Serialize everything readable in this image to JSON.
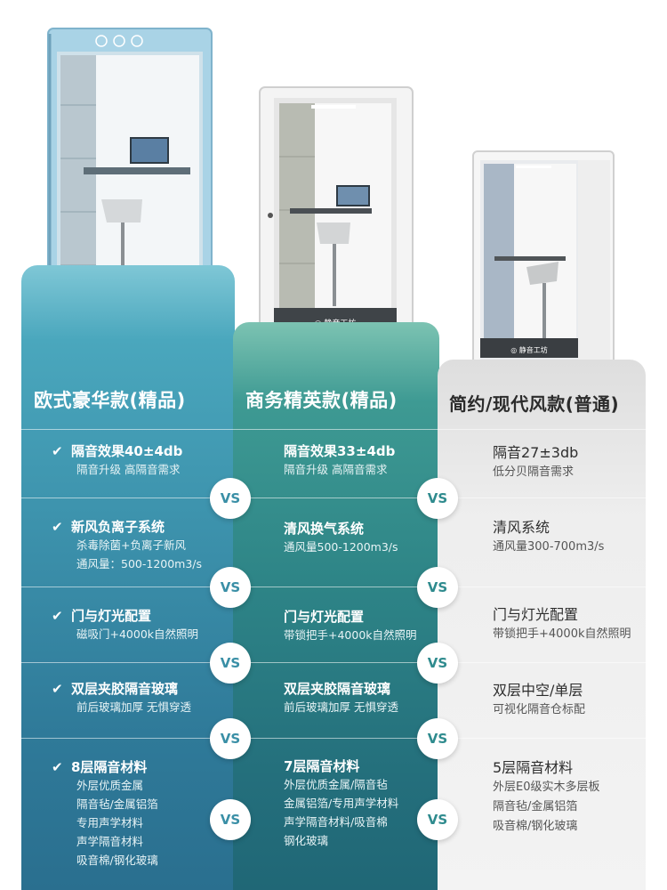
{
  "columns": [
    {
      "title": "欧式豪华款(精品)",
      "features": [
        {
          "heading": "隔音效果40±4db",
          "details": [
            "隔音升级 高隔音需求"
          ]
        },
        {
          "heading": "新风负离子系统",
          "details": [
            "杀毒除菌+负离子新风",
            "通风量：500-1200m3/s"
          ]
        },
        {
          "heading": "门与灯光配置",
          "details": [
            "磁吸门+4000k自然照明"
          ]
        },
        {
          "heading": "双层夹胶隔音玻璃",
          "details": [
            "前后玻璃加厚 无惧穿透"
          ]
        },
        {
          "heading": "8层隔音材料",
          "details": [
            "外层优质金属",
            "隔音毡/金属铝箔",
            "专用声学材料",
            "声学隔音材料",
            "吸音棉/钢化玻璃"
          ]
        }
      ]
    },
    {
      "title": "商务精英款(精品)",
      "features": [
        {
          "heading": "隔音效果33±4db",
          "details": [
            "隔音升级 高隔音需求"
          ]
        },
        {
          "heading": "清风换气系统",
          "details": [
            "通风量500-1200m3/s"
          ]
        },
        {
          "heading": "门与灯光配置",
          "details": [
            "带锁把手+4000k自然照明"
          ]
        },
        {
          "heading": "双层夹胶隔音玻璃",
          "details": [
            "前后玻璃加厚 无惧穿透"
          ]
        },
        {
          "heading": "7层隔音材料",
          "details": [
            "外层优质金属/隔音毡",
            "金属铝箔/专用声学材料",
            "声学隔音材料/吸音棉",
            "钢化玻璃"
          ]
        }
      ]
    },
    {
      "title": "简约/现代风款(普通)",
      "features": [
        {
          "heading": "隔音27±3db",
          "details": [
            "低分贝隔音需求"
          ]
        },
        {
          "heading": "清风系统",
          "details": [
            "通风量300-700m3/s"
          ]
        },
        {
          "heading": "门与灯光配置",
          "details": [
            "带锁把手+4000k自然照明"
          ]
        },
        {
          "heading": "双层中空/单层",
          "details": [
            "可视化隔音仓标配"
          ]
        },
        {
          "heading": "5层隔音材料",
          "details": [
            "外层E0级实木多层板",
            "隔音毡/金属铝箔",
            "吸音棉/钢化玻璃"
          ]
        }
      ]
    }
  ],
  "vs_label": "VS",
  "check_icon": "✔",
  "colors": {
    "luxury_panel": "#3d93ad",
    "business_panel": "#2e8587",
    "standard_panel": "#eeeeee"
  }
}
